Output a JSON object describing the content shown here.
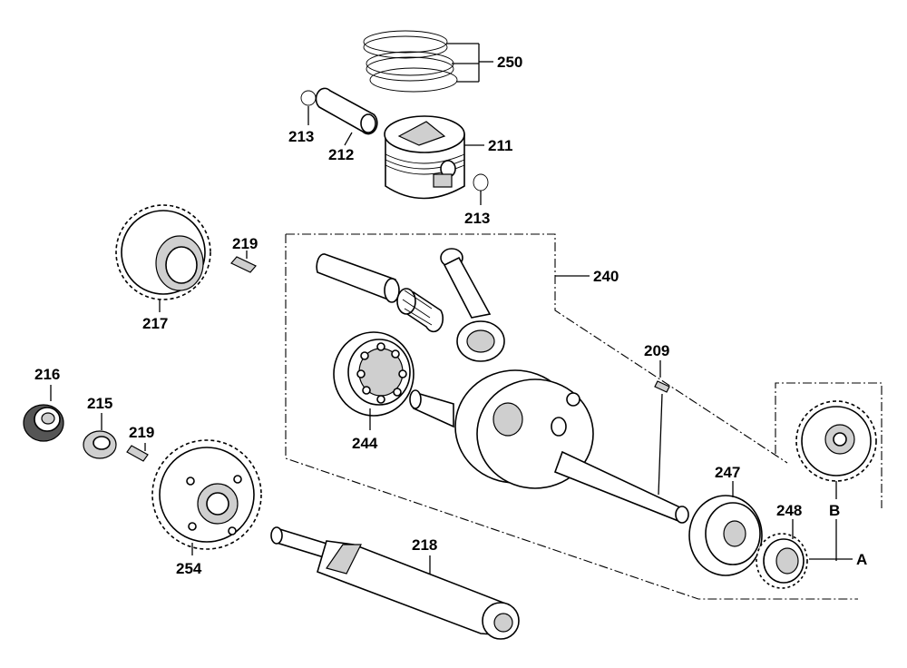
{
  "diagram": {
    "labels": {
      "250": "250",
      "213a": "213",
      "212": "212",
      "211": "211",
      "213b": "213",
      "219a": "219",
      "217": "217",
      "240": "240",
      "209": "209",
      "216": "216",
      "215": "215",
      "219b": "219",
      "244": "244",
      "247": "247",
      "248": "248",
      "B": "B",
      "A": "A",
      "254": "254",
      "218": "218"
    }
  }
}
